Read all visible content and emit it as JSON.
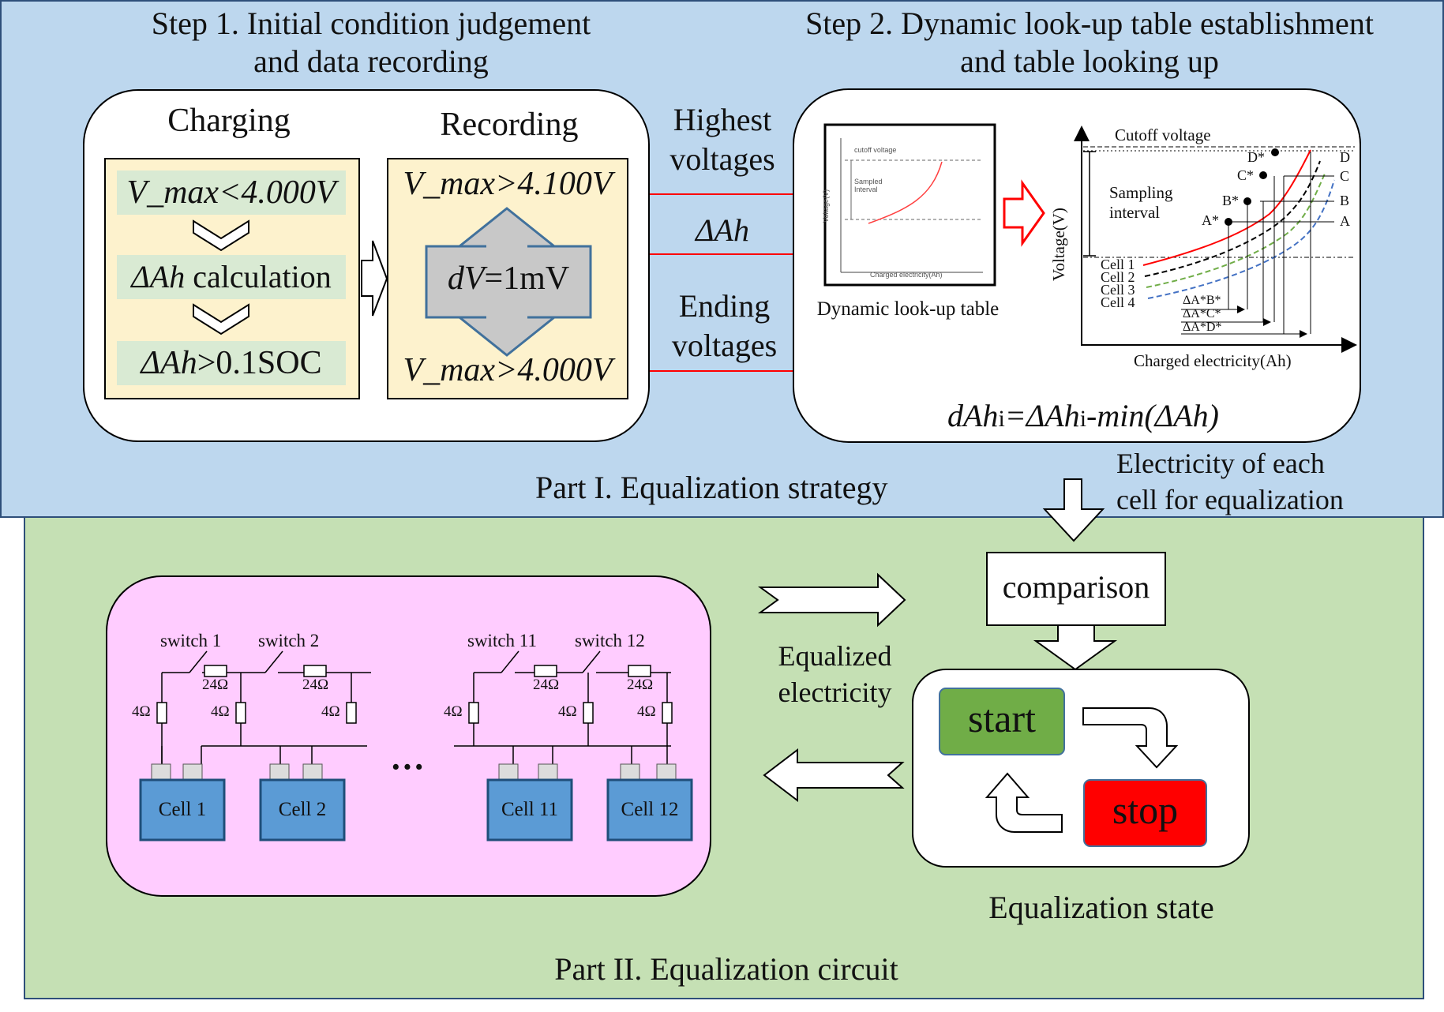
{
  "step1": {
    "title_line1": "Step 1. Initial condition judgement",
    "title_line2": "and data recording",
    "charging_label": "Charging",
    "recording_label": "Recording",
    "charging_cond_1": "V_max<4.000V",
    "charging_cond_2a": "ΔAh",
    "charging_cond_2b": " calculation",
    "charging_cond_3a": "ΔAh",
    "charging_cond_3b": ">0.1SOC",
    "recording_top": "V_max>4.100V",
    "recording_middle_a": "dV",
    "recording_middle_b": "=1mV",
    "recording_bottom": "V_max>4.000V"
  },
  "step2": {
    "title_line1": "Step 2. Dynamic look-up table establishment",
    "title_line2": "and table looking up",
    "table_label": "Dynamic look-up table",
    "thumb_cutoff": "cutoff voltage",
    "thumb_sampled_1": "Sampled",
    "thumb_sampled_2": "Interval",
    "thumb_ylabel": "Voltage(V)",
    "thumb_xlabel": "Charged electricity(Ah)",
    "formula_a": "dAh",
    "formula_b": "i",
    "formula_c": "=ΔAh",
    "formula_d": "i",
    "formula_e": "-min(ΔAh)"
  },
  "inputs": {
    "highest_1": "Highest",
    "highest_2": "voltages",
    "delta_ah": "ΔAh",
    "ending_1": "Ending",
    "ending_2": "voltages"
  },
  "chart_data": {
    "type": "line",
    "title": "Cutoff voltage",
    "xlabel": "Charged electricity(Ah)",
    "ylabel": "Voltage(V)",
    "sampling_label_1": "Sampling",
    "sampling_label_2": "interval",
    "series": [
      {
        "name": "Cell 1",
        "color": "#ff0000"
      },
      {
        "name": "Cell 2",
        "color": "#000000"
      },
      {
        "name": "Cell 3",
        "color": "#70ad47"
      },
      {
        "name": "Cell 4",
        "color": "#4472c4"
      }
    ],
    "point_labels": [
      "A*",
      "B*",
      "C*",
      "D*",
      "A",
      "B",
      "C",
      "D"
    ],
    "delta_labels": [
      "ΔA*B*",
      "ΔA*C*",
      "ΔA*D*"
    ]
  },
  "part1_label": "Part I. Equalization strategy",
  "electricity_note_1": "Electricity  of each",
  "electricity_note_2": "cell  for equalization",
  "comparison_label": "comparison",
  "equalized_1": "Equalized",
  "equalized_2": "electricity",
  "start_label": "start",
  "stop_label": "stop",
  "state_label": "Equalization state",
  "part2_label": "Part II. Equalization circuit",
  "circuit": {
    "switch_labels": [
      "switch 1",
      "switch 2",
      "switch 11",
      "switch 12"
    ],
    "series_res": "24Ω",
    "shunt_res": "4Ω",
    "ellipsis": "···",
    "cells": [
      "Cell 1",
      "Cell 2",
      "Cell 11",
      "Cell 12"
    ]
  },
  "colors": {
    "part1_bg": "#bdd7ee",
    "part2_bg": "#c5e0b4",
    "circuit_bg": "#ffccff",
    "tan": "#fdf2cd",
    "start": "#70ad47",
    "stop": "#ff0000",
    "cell": "#5b9bd5",
    "arrow_red": "#ff0000"
  }
}
